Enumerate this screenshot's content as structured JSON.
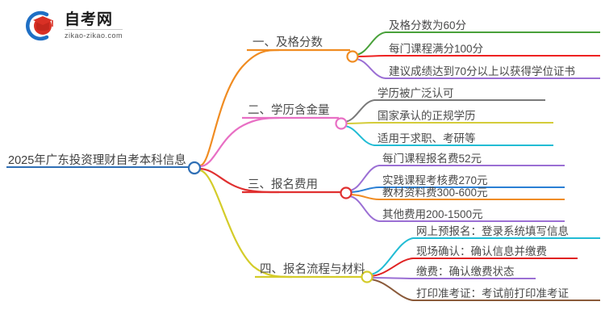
{
  "logo": {
    "name_cn": "自考网",
    "name_en": "zikao-zikao.com",
    "mark_icon": "graduation-cap-icon",
    "colors": {
      "ring": "#1f6fc4",
      "cap": "#d93025"
    }
  },
  "mindmap": {
    "root": {
      "label": "2025年广东投资理财自考本科信息",
      "node_color": "#2f6fb5",
      "line_color": "#2f6fb5"
    },
    "branches": [
      {
        "index": "1",
        "label": "一、及格分数",
        "color": "#f08c22",
        "node_color": "#f08c22",
        "children": [
          {
            "label": "及格分数为60分",
            "color": "#49a13a"
          },
          {
            "label": "每门课程满分100分",
            "color": "#ee2222"
          },
          {
            "label": "建议成绩达到70分以上以获得学位证书",
            "color": "#9b6fd4"
          }
        ]
      },
      {
        "index": "2",
        "label": "二、学历含金量",
        "color": "#e86fc4",
        "node_color": "#e86fc4",
        "children": [
          {
            "label": "学历被广泛认可",
            "color": "#7a7a7a"
          },
          {
            "label": "国家承认的正规学历",
            "color": "#d4cc3a"
          },
          {
            "label": "适用于求职、考研等",
            "color": "#22bcd4"
          }
        ]
      },
      {
        "index": "3",
        "label": "三、报名费用",
        "color": "#e03030",
        "node_color": "#e03030",
        "children": [
          {
            "label": "每门课程报名费52元",
            "color": "#9b6fd4"
          },
          {
            "label": "实践课程考核费270元",
            "color": "#2a7fd4"
          },
          {
            "label": "教材资料费300-600元",
            "color": "#f08c22"
          },
          {
            "label": "其他费用200-1500元",
            "color": "#9b6fd4"
          }
        ]
      },
      {
        "index": "4",
        "label": "四、报名流程与材料",
        "color": "#d4cc2a",
        "node_color": "#d4cc2a",
        "children": [
          {
            "label": "网上预报名：登录系统填写信息",
            "color": "#22bcd4"
          },
          {
            "label": "现场确认：确认信息并缴费",
            "color": "#e02222"
          },
          {
            "label": "缴费：确认缴费状态",
            "color": "#9b6fd4"
          },
          {
            "label": "打印准考证：考试前打印准考证",
            "color": "#8a5a3a"
          }
        ]
      }
    ]
  }
}
